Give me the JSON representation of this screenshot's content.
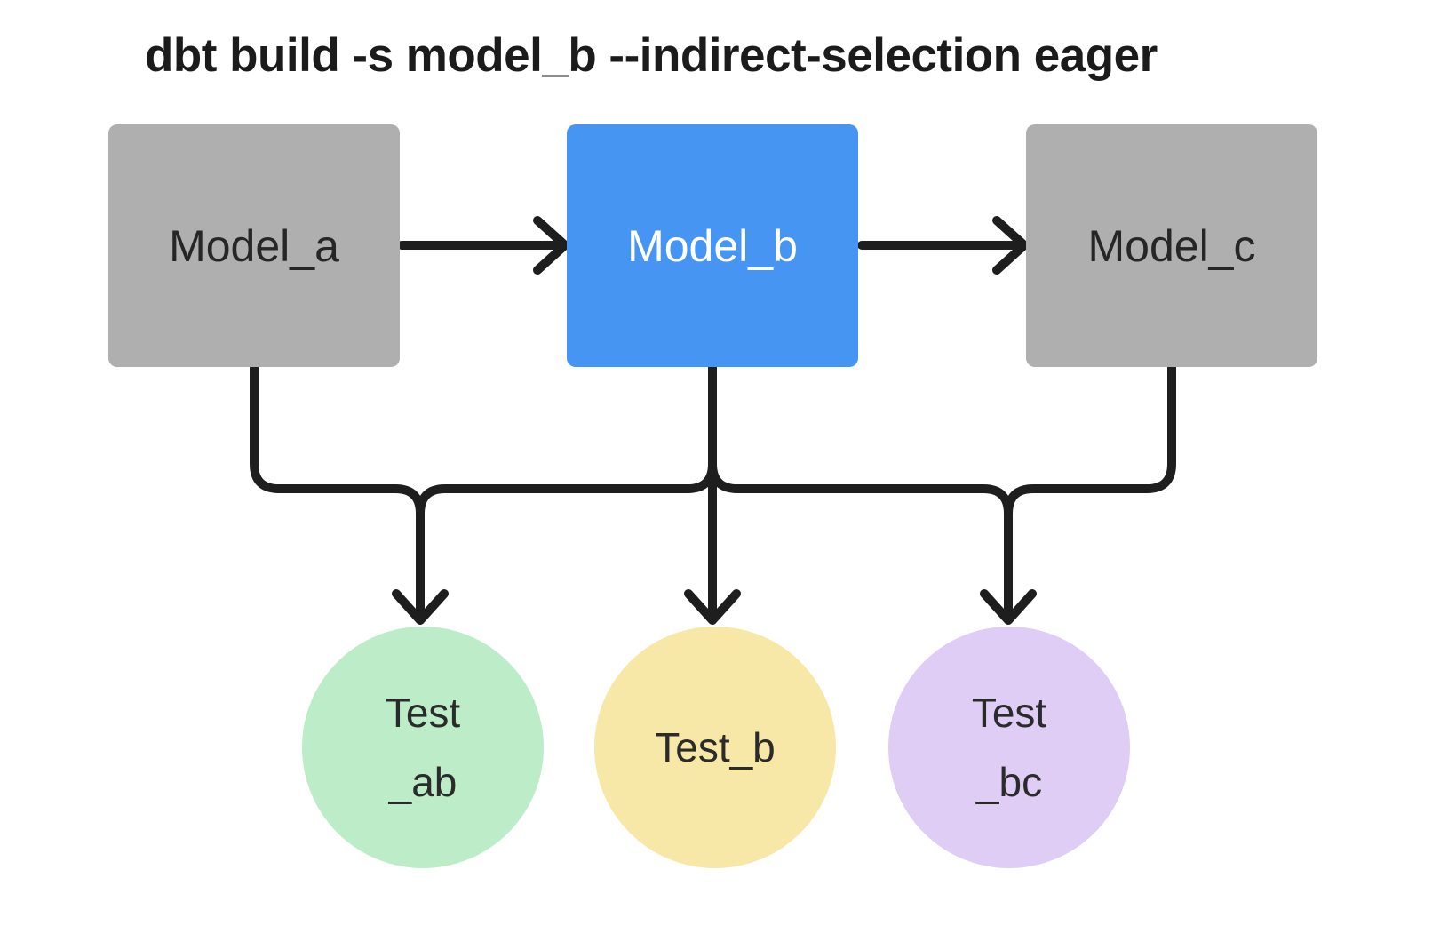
{
  "title": "dbt build -s model_b --indirect-selection eager",
  "models": {
    "a": {
      "label": "Model_a",
      "state": "not selected"
    },
    "b": {
      "label": "Model_b",
      "state": "selected"
    },
    "c": {
      "label": "Model_c",
      "state": "not selected"
    }
  },
  "tests": {
    "ab": {
      "line1": "Test",
      "line2": "_ab"
    },
    "b": {
      "line1": "Test_b",
      "line2": ""
    },
    "bc": {
      "line1": "Test",
      "line2": "_bc"
    }
  },
  "colors": {
    "model_default": "#AFAFAF",
    "model_selected": "#4795F2",
    "model_selected_text": "#FFFFFF",
    "test_ab": "#BCEDC8",
    "test_b": "#F8E8A8",
    "test_bc": "#DFCDF5",
    "connector": "#1E1E1E",
    "title_text": "#1B1B1B",
    "background": "#FFFFFF"
  }
}
